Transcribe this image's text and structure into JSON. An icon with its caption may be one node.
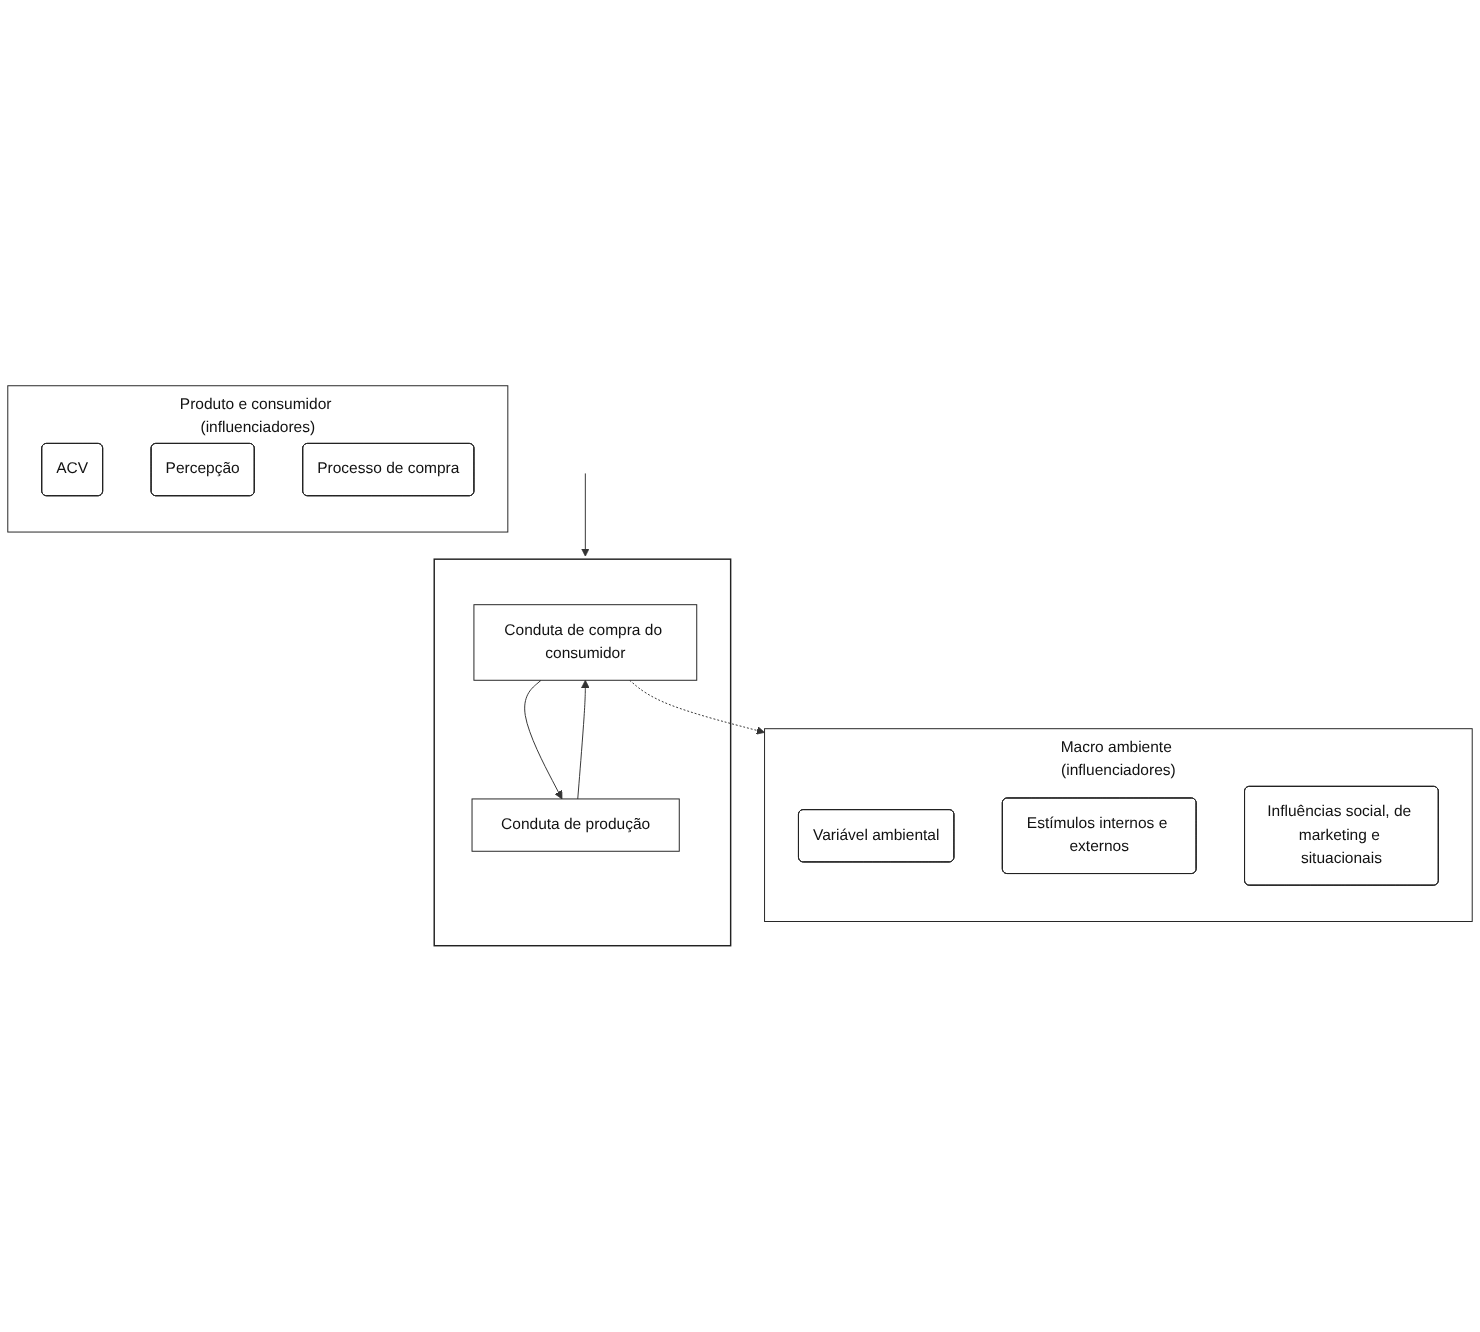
{
  "diagram": {
    "nodes": [
      {
        "text": [
          "Macro ambiente (influenciadores)"
        ]
      },
      {
        "text": [
          "Variável ambiental"
        ],
        "in": 0
      },
      {
        "text": [
          "Estímulos internos e externos"
        ],
        "in": 0
      },
      {
        "text": [
          "Influências social, de marketing e situacionais"
        ],
        "in": 0
      },
      {
        "text": [
          "Produto e consumidor (influenciadores)"
        ]
      },
      {
        "text": [
          "ACV"
        ],
        "in": 4
      },
      {
        "text": [
          "Percepção"
        ],
        "in": 4
      },
      {
        "text": [
          "Processo de compra"
        ],
        "in": 4
      },
      {
        "text": [],
        "shape": "box"
      },
      {
        "text": [
          "Conduta de compra do consumidor"
        ],
        "in": 8
      },
      {
        "text": [
          "Conduta de produção"
        ],
        "in": 8
      }
    ],
    "edges": [
      {
        "from": null,
        "to": 8,
        "arrow": "to"
      },
      {
        "from": 9,
        "to": 0,
        "arrow": "to",
        "style": "dashed"
      },
      {
        "from": 9,
        "to": 10,
        "arrow": "to"
      },
      {
        "from": 10,
        "to": 9,
        "arrow": "to"
      }
    ]
  }
}
